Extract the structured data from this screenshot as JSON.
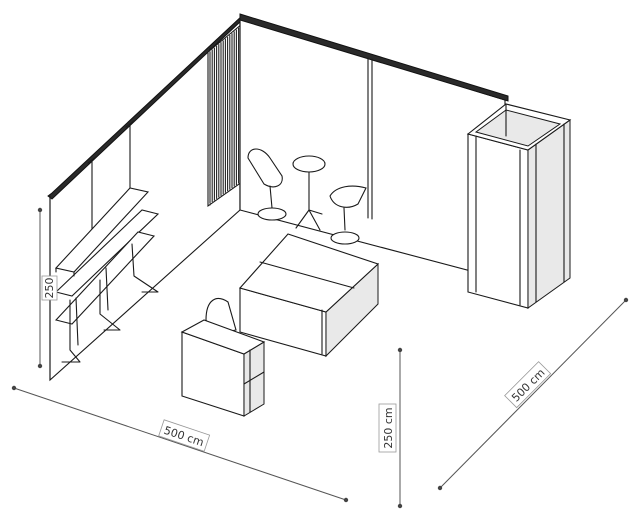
{
  "dimensions": {
    "width_label": "500 cm",
    "depth_label": "500 cm",
    "height_label": "250 cm",
    "small_height_label": "250"
  },
  "icons": [
    "booth-walls",
    "slatted-wall-panel",
    "wall-shelves",
    "storage-tower",
    "island-counter",
    "reception-desk",
    "bistro-table",
    "chair"
  ]
}
